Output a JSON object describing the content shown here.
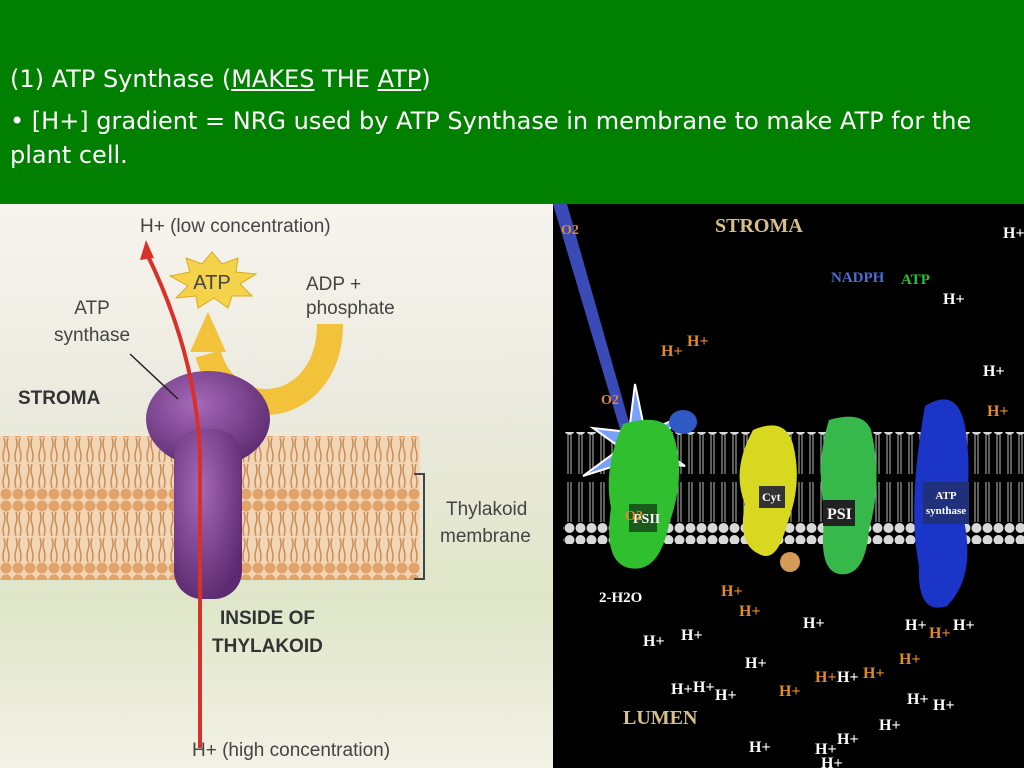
{
  "slide": {
    "heading_prefix": "(1) ATP Synthase (",
    "heading_makes": "MAKES",
    "heading_the": " THE ",
    "heading_atp": "ATP",
    "heading_suffix": ")",
    "bullet": "• [H+] gradient = NRG used by ATP Synthase in membrane to make ATP for the plant cell."
  },
  "left_diagram": {
    "h_low": "H+ (low concentration)",
    "atp": "ATP",
    "adp_line1": "ADP +",
    "adp_line2": "phosphate",
    "synthase_line1": "ATP",
    "synthase_line2": "synthase",
    "stroma": "STROMA",
    "thylakoid_line1": "Thylakoid",
    "thylakoid_line2": "membrane",
    "inside_line1": "INSIDE OF",
    "inside_line2": "THYLAKOID",
    "h_high": "H+ (high concentration)"
  },
  "right_diagram": {
    "stroma": "STROMA",
    "lumen": "LUMEN",
    "nadph": "NADPH",
    "atp": "ATP",
    "psii": "PSII",
    "psi": "PSI",
    "cyt": "Cyt",
    "atp_synthase_line1": "ATP",
    "atp_synthase_line2": "synthase",
    "o2": "O2",
    "water": "2-H2O",
    "h": "H+"
  },
  "colors": {
    "slide_background": "#007f00",
    "text": "#ffffff",
    "arrow_red": "#d9302a",
    "synthase_purple": "#7b3d8f",
    "arrow_yellow": "#f2c23a",
    "membrane_tan": "#e6b37e"
  }
}
